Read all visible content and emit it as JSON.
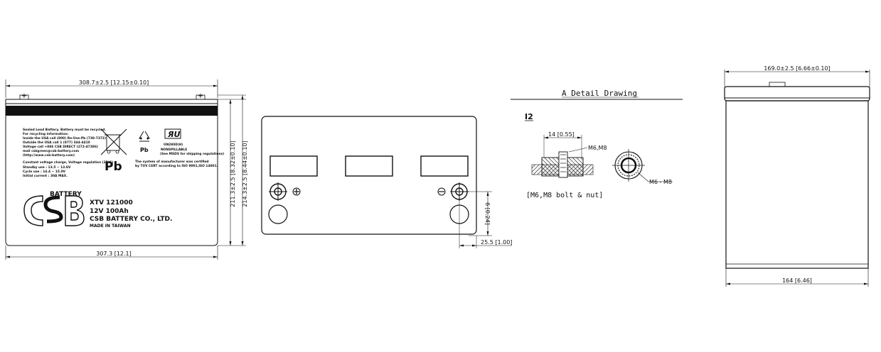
{
  "front_view": {
    "width_top": "308.7±2.5  [12.15±0.10]",
    "width_bottom": "307.3  [12.1]",
    "height_inner": "211.3±2.5  [8.32±0.10]",
    "height_total": "214.3±2.5  [8.44±0.10]",
    "terminal_positive": "+",
    "terminal_negative": "+",
    "label": {
      "warning_lines": [
        "Sealed Lead Battery. Battery must be recycled.",
        "For recycling information:",
        "Inside    the USA call (800) Re-Use-Pb (738-7372)",
        "Outside the USA call 1 (877) 344-4410",
        "Voltage call   +886 CSB DIRECT (272-47386)",
        "mail   csbgreen@csb-battery.com",
        "(http://www.csb-battery.com)"
      ],
      "charge_lines": [
        "Constant voltage charge, Voltage regulation (25°C)",
        "Standby use   :  13.5 ~ 13.8V",
        "Cycle use       :  14.4 ~ 15.0V",
        "Initial current  :  30A MAX."
      ],
      "pb_crossed": "Pb",
      "pb_recycle": "Pb",
      "un_number": "UN2800(H)",
      "nonspillable": "NONSPILLABLE",
      "shipping_note": "(See MSDS for shipping regulations)",
      "iso_lines": [
        "The system of manufacturer was certified",
        "by TUV CERT according to ISO 9001,ISO 14001."
      ],
      "battery_word": "BATTERY",
      "model": "XTV 121000",
      "rating": "12V 100Ah",
      "company": "CSB BATTERY CO., LTD.",
      "origin": "MADE IN TAIWAN"
    }
  },
  "top_view": {
    "terminal_height": "6 [0.24]",
    "terminal_offset": "25.5  [1.00]",
    "pos_symbol": "+",
    "neg_symbol": "-"
  },
  "detail": {
    "title": "A  Detail  Drawing",
    "code": "I2",
    "width_dim": "14  [0.55]",
    "callout_side": "M6,M8",
    "callout_top": "M6 - M8",
    "caption": "[M6,M8  bolt  &  nut]"
  },
  "side_view": {
    "width_top": "169.0±2.5  [6.66±0.10]",
    "width_bottom": "164  [6.46]"
  }
}
